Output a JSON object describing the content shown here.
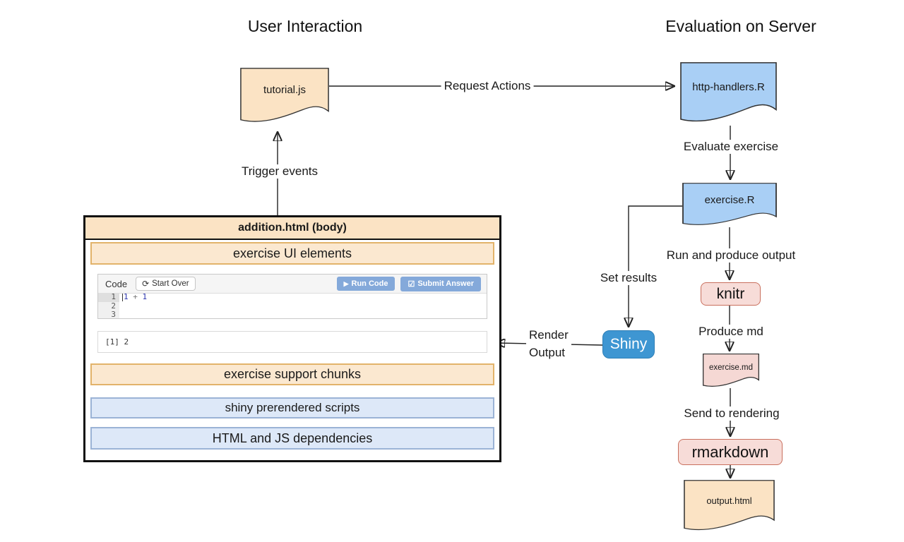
{
  "titles": {
    "user_interaction": "User Interaction",
    "evaluation_on_server": "Evaluation on Server"
  },
  "nodes": {
    "tutorial_js": "tutorial.js",
    "http_handlers": "http-handlers.R",
    "exercise_r": "exercise.R",
    "knitr": "knitr",
    "exercise_md": "exercise.md",
    "rmarkdown": "rmarkdown",
    "output_html": "output.html",
    "shiny": "Shiny"
  },
  "edges": {
    "request_actions": "Request Actions",
    "trigger_events": "Trigger events",
    "evaluate_exercise": "Evaluate exercise",
    "run_and_produce_output": "Run and produce output",
    "produce_md": "Produce md",
    "send_to_rendering": "Send to rendering",
    "set_results": "Set results",
    "render_output_line1": "Render",
    "render_output_line2": "Output"
  },
  "addition_box": {
    "title": "addition.html (body)",
    "bars": {
      "exercise_ui": "exercise UI elements",
      "support_chunks": "exercise support chunks",
      "prerendered": "shiny prerendered scripts",
      "dependencies": "HTML and JS dependencies"
    },
    "editor": {
      "code_label": "Code",
      "start_over_label": "Start Over",
      "run_code_label": "Run Code",
      "submit_answer_label": "Submit Answer",
      "refresh_icon": "⟳",
      "play_icon": "▶",
      "checkbox_icon": "☑",
      "line_numbers": [
        "1",
        "2",
        "3"
      ],
      "code_n1": "1",
      "code_op": "+",
      "code_n2": "1",
      "output_text": "[1] 2"
    }
  },
  "colors": {
    "doc_tan": "#fbe3c4",
    "doc_blue": "#a9cff5",
    "doc_pink": "#f5d8d4",
    "pill_pink_fill": "#f7dcd8",
    "pill_pink_border": "#c9705e",
    "shiny_blue": "#3e96d2",
    "bar_tan_fill": "#fbe8d0",
    "bar_tan_border": "#e2b36a",
    "bar_blue_fill": "#dde8f8",
    "bar_blue_border": "#9bb3d6",
    "button_blue": "#84a9da"
  }
}
